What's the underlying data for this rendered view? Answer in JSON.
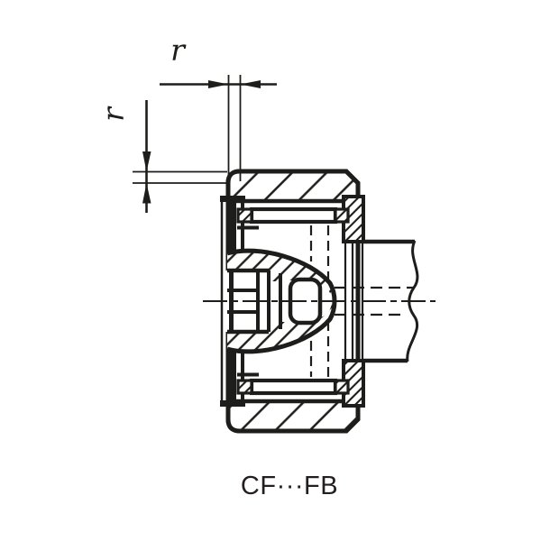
{
  "page": {
    "background": "#ffffff"
  },
  "drawing": {
    "type": "bearing-cross-section",
    "caption": "CF···FB",
    "dimensions": {
      "corner_radius_horizontal_label": "r",
      "corner_radius_vertical_label": "r"
    },
    "colors": {
      "line": "#1d1d1b",
      "caption_text": "#231f20",
      "background": "#ffffff"
    }
  }
}
